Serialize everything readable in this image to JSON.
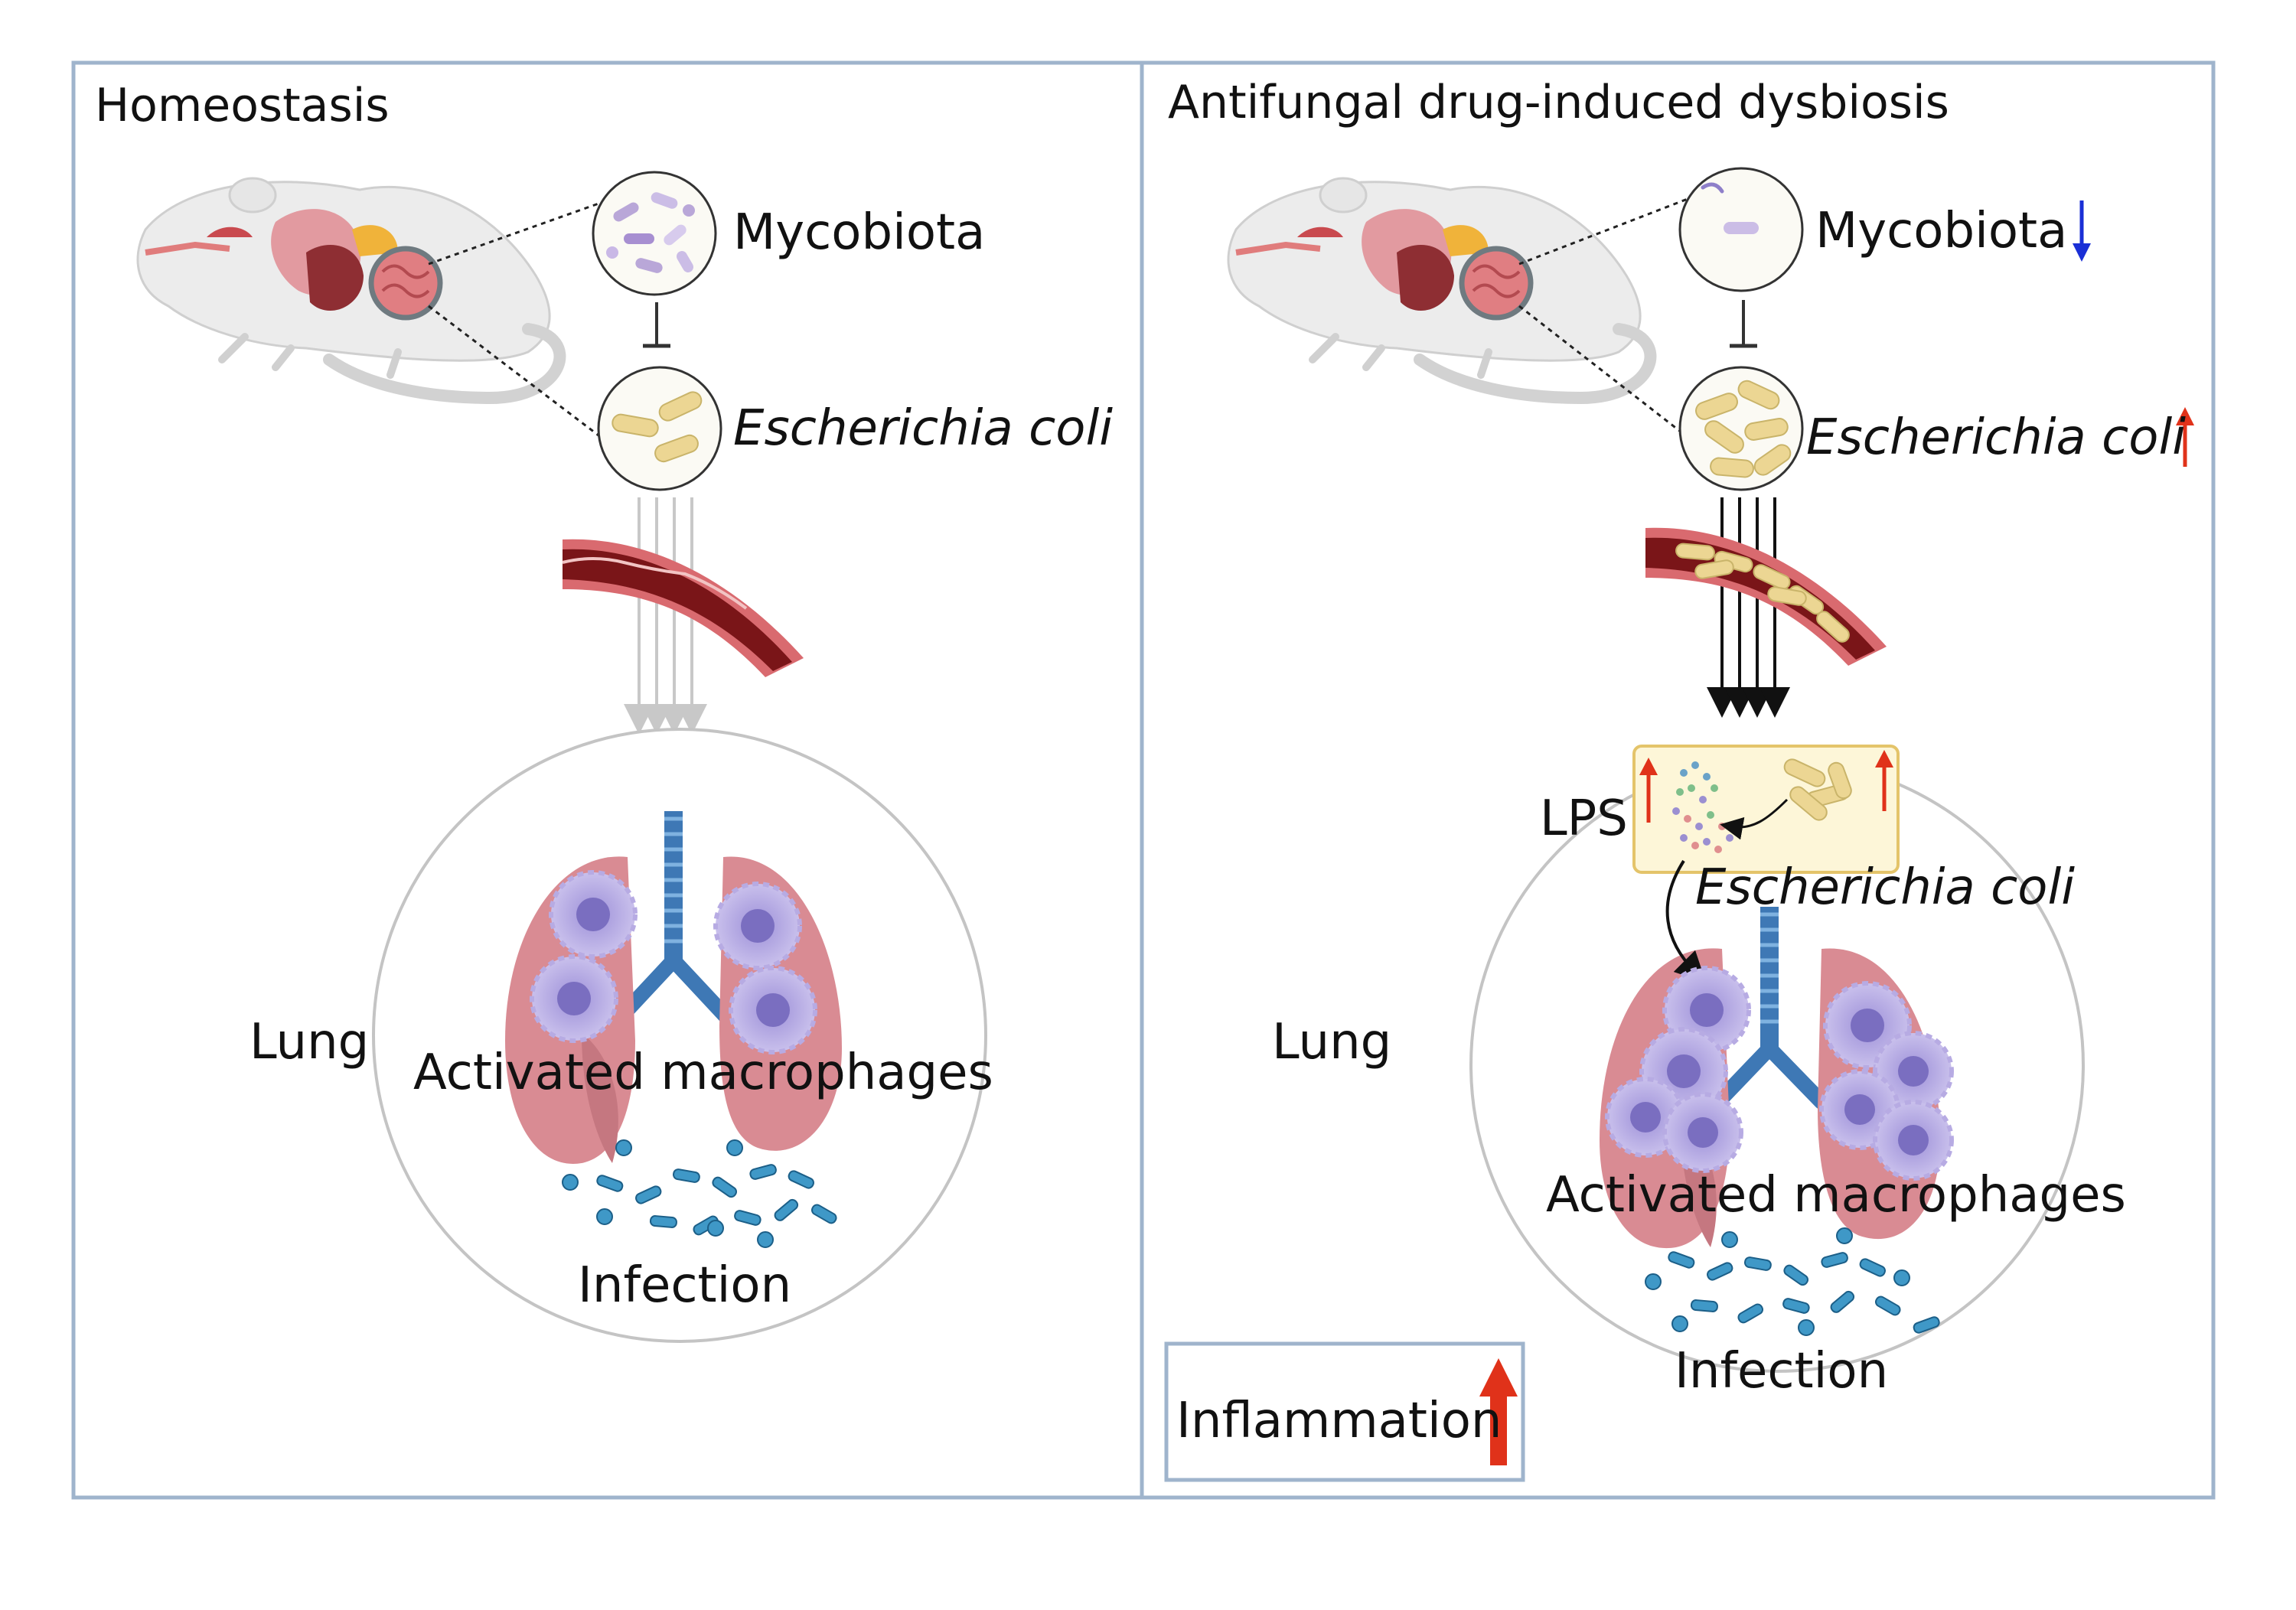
{
  "panels": {
    "left": {
      "title": "Homeostasis",
      "mycobiota": "Mycobiota",
      "ecoli": "Escherichia coli",
      "lung": "Lung",
      "macrophages": "Activated macrophages",
      "infection": "Infection"
    },
    "right": {
      "title": "Antifungal drug-induced dysbiosis",
      "mycobiota": "Mycobiota",
      "ecoli": "Escherichia coli",
      "lps": "LPS",
      "ecoli_lung": "Escherichia coli",
      "lung": "Lung",
      "macrophages": "Activated macrophages",
      "infection": "Infection",
      "inflammation": "Inflammation"
    }
  },
  "colors": {
    "frame": "#9fb4cc",
    "up_arrow": "#e0321a",
    "down_arrow": "#1a2fd6",
    "lung": "#d98b93",
    "macrophage": "#a79bd6",
    "bacteria_blue": "#3f98c7",
    "ecoli_tan": "#ecd693",
    "vessel": "#7a1518"
  }
}
